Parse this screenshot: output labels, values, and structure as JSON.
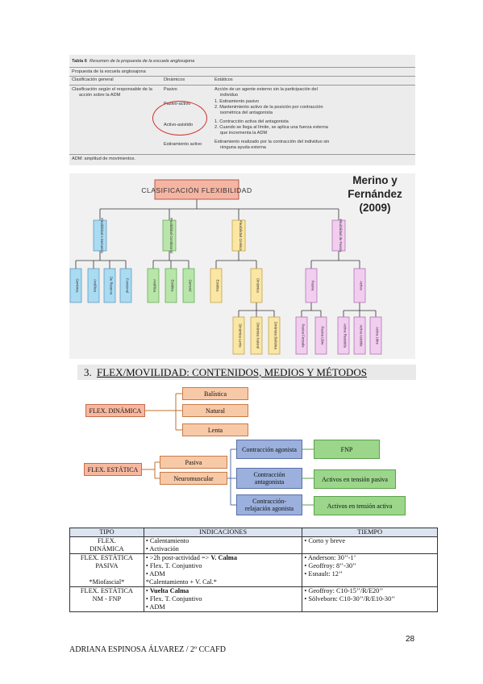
{
  "table6": {
    "caption_bold": "Tabla 6",
    "caption_rest": "Resumen de la propuesta de la escuela anglosajona",
    "subhead": "Propuesta de la escuela anglosajona",
    "col1": "Clasificación general",
    "col2": "Dinámicos",
    "col3": "Estáticos",
    "row1_a": "Clasificación según el responsable de la",
    "row1_b": "acción sobre la ADM",
    "pasivo": "Pasivo",
    "pasivo_desc1": "Acción de un agente externo sin la participación del",
    "pasivo_desc2": "individuo",
    "pasivo_activo": "Pasivo-activo",
    "pa_1": "1. Estiramiento pasivo",
    "pa_2": "2. Mantenimiento activo de la posición por contracción",
    "pa_3": "isométrica del antagonista",
    "activo_asistido": "Activo-asistido",
    "aa_1": "1. Contracción activa del antagonista",
    "aa_2": "2. Cuando se llega al límite, se aplica una fuerza externa",
    "aa_3": "que incrementa la ADM",
    "estiramiento_activo": "Estiramiento activo",
    "ea_1": "Estiramiento realizado por la contracción del individuo sin",
    "ea_2": "ninguna ayuda externa",
    "note": "ADM: amplitud de movimientos."
  },
  "chart": {
    "title": "CLASIFICACIÓN FLEXIBILIDAD",
    "author1": "Merino y",
    "author2": "Fernández",
    "author3": "(2009)",
    "level1": [
      "Flexibilidad A Demanda",
      "Flexibilidad Condicional",
      "Flexibilidad Cinética",
      "Flexibilidad de Fuerza"
    ],
    "leaves_a": [
      "Genérica",
      "Analítica",
      "De Reserva",
      "Funcional"
    ],
    "leaves_b": [
      "Analítica",
      "Estática",
      "General"
    ],
    "leaves_c": [
      "Estática",
      "Dinámica"
    ],
    "leaves_c2": [
      "Dinámica Lenta",
      "Dinámica Natural",
      "Dinámica Balística"
    ],
    "leaves_d": [
      "Pasiva",
      "Activa"
    ],
    "leaves_d1": [
      "Pasiva Forzada",
      "Pasiva Libre"
    ],
    "leaves_d2": [
      "Activa Resistida",
      "Activa Asistida",
      "Activa Libre"
    ]
  },
  "section": {
    "number": "3.",
    "title": "FLEX/MOVILIDAD: CONTENIDOS, MEDIOS Y MÉTODOS"
  },
  "scheme": {
    "dinamica": "FLEX. DINÁMICA",
    "balistica": "Balística",
    "natural": "Natural",
    "lenta": "Lenta",
    "estatica": "FLEX. ESTÁTICA",
    "pasiva": "Pasiva",
    "neuromuscular": "Neuromuscular",
    "contr_agonista": "Contracción agonista",
    "contr_antag_1": "Contracción",
    "contr_antag_2": "antagonista",
    "contr_relaj_1": "Contracción-",
    "contr_relaj_2": "relajación agonista",
    "fnp": "FNP",
    "activos_pasiva": "Activos en tensión pasiva",
    "activos_activa": "Activos en tensión activa"
  },
  "table": {
    "headers": [
      "TIPO",
      "INDICACIONES",
      "TIEMPO"
    ],
    "r1_tipo1": "FLEX.",
    "r1_tipo2": "DINÁMICA",
    "r1_ind1": "Calentamiento",
    "r1_ind2": "Activación",
    "r1_t1": "Corto y breve",
    "r2_tipo1": "FLEX. ESTÁTICA",
    "r2_tipo2": "PASIVA",
    "r2_tipo3": "*Miofascial*",
    "r2_ind1a": ">2h post-actividad =>",
    "r2_ind1b": "V. Calma",
    "r2_ind2": "Flex. T. Conjuntivo",
    "r2_ind3": "ADM",
    "r2_ind4": "*Calentamiento + V. Cal.*",
    "r2_t1": "Anderson: 30’’-1’",
    "r2_t2": "Geoffroy: 8’’-30’’",
    "r2_t3": "Esnault: 12’’",
    "r3_tipo1": "FLEX. ESTÁTICA",
    "r3_tipo2": "NM - FNP",
    "r3_ind1": "Vuelta Calma",
    "r3_ind2": "Flex. T. Conjuntivo",
    "r3_ind3": "ADM",
    "r3_t1": "Geoffroy: C10-15’’/R/E20’’",
    "r3_t2": "Sölveborn: C10-30’’/R/E10-30’’",
    "bullet": "•"
  },
  "page_number": "28",
  "footer": "ADRIANA ESPINOSA ÁLVAREZ  / 2º CCAFD"
}
